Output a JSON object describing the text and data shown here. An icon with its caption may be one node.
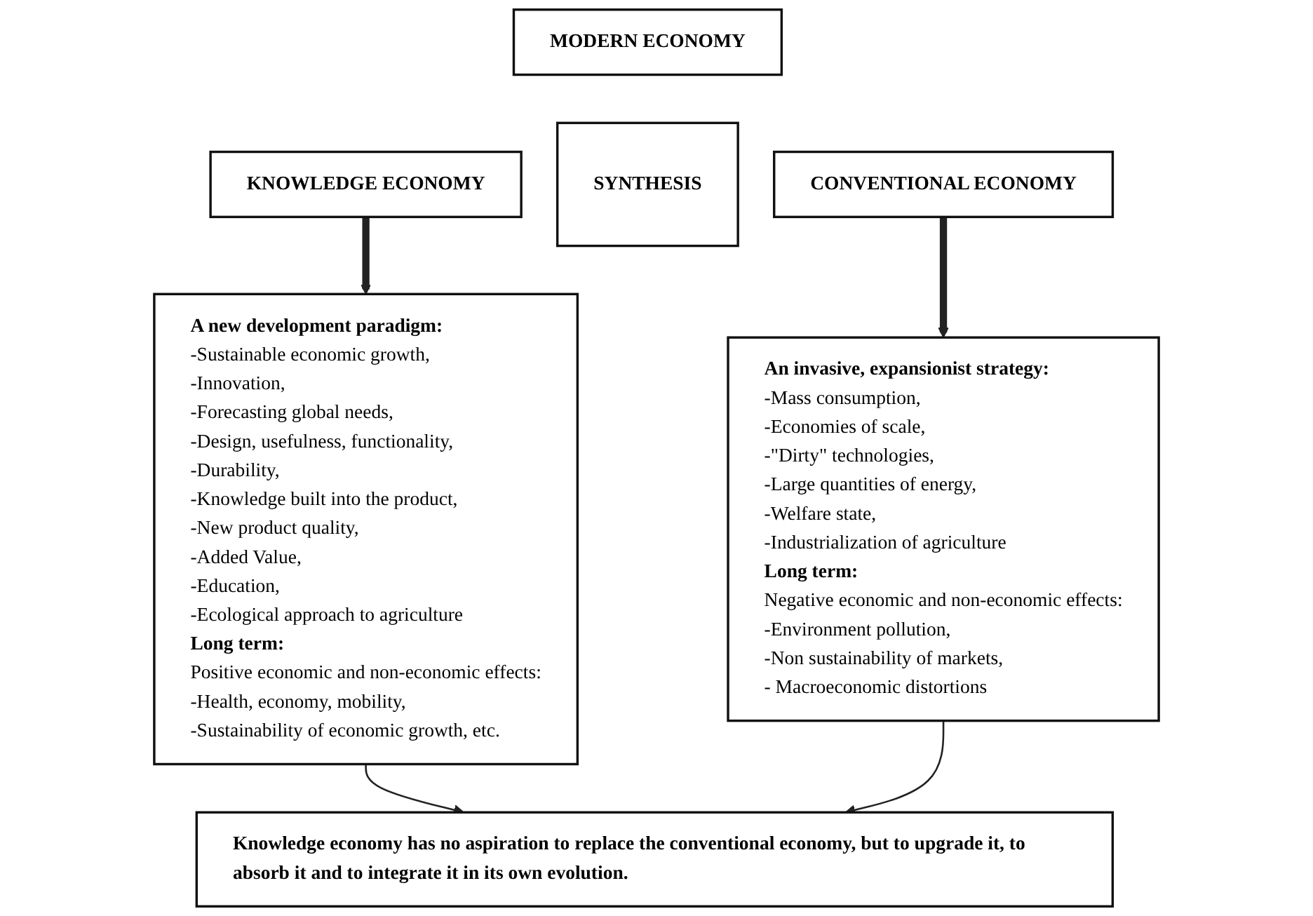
{
  "diagram": {
    "nodes": [
      {
        "text": [
          "MODERN ECONOMY"
        ]
      },
      {
        "text": [
          "KNOWLEDGE ECONOMY"
        ]
      },
      {
        "text": [
          "SYNTHESIS"
        ]
      },
      {
        "text": [
          "CONVENTIONAL ECONOMY"
        ]
      },
      {
        "text": [
          "A new development paradigm:",
          "-Sustainable economic growth,",
          "-Innovation,",
          "-Forecasting global needs,",
          "-Design, usefulness, functionality,",
          "-Durability,",
          "-Knowledge built into the product,",
          "-New product quality,",
          "-Added Value,",
          "-Education,",
          "-Ecological approach to agriculture",
          "Long term:",
          "Positive economic and non-economic effects:",
          "-Health, economy, mobility,",
          "-Sustainability of economic growth, etc."
        ]
      },
      {
        "text": [
          "An invasive, expansionist strategy:",
          "-Mass consumption,",
          "-Economies of scale,",
          "-\"Dirty\" technologies,",
          "-Large quantities of energy,",
          "-Welfare state,",
          "-Industrialization of agriculture",
          "Long term:",
          "Negative economic and non-economic effects:",
          "-Environment pollution,",
          "-Non sustainability of markets,",
          "- Macroeconomic distortions"
        ]
      },
      {
        "text": [
          "Knowledge economy has no aspiration to replace the conventional economy, but to upgrade it, to absorb it and to integrate it in its own evolution."
        ]
      }
    ],
    "edges": [
      {
        "from": 1,
        "to": 4,
        "arrow": "to",
        "style": "thick"
      },
      {
        "from": 3,
        "to": 5,
        "arrow": "to",
        "style": "thick"
      },
      {
        "from": 4,
        "to": 6,
        "arrow": "to"
      },
      {
        "from": 5,
        "to": 6,
        "arrow": "to"
      }
    ]
  }
}
